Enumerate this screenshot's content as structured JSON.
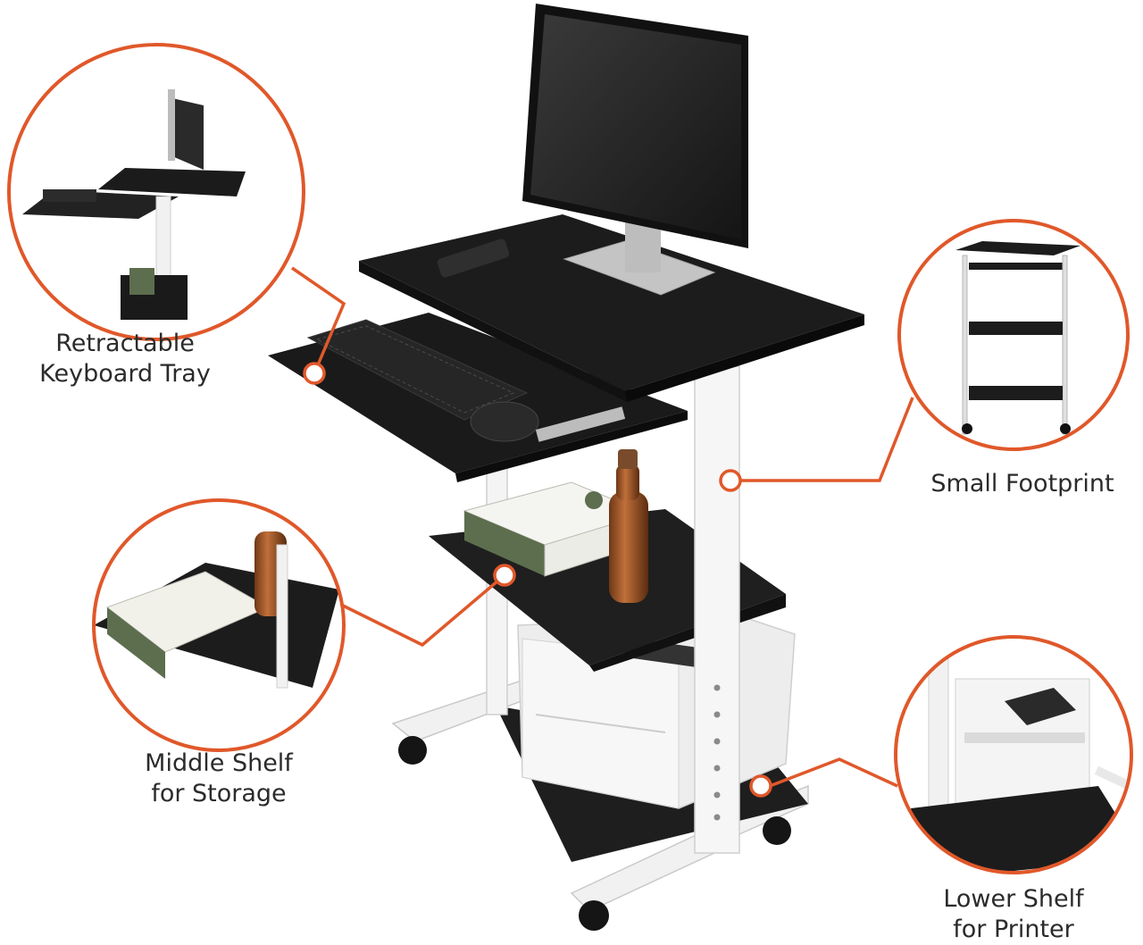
{
  "accent_color": "#e0582a",
  "callouts": {
    "keyboard_tray": {
      "line1": "Retractable",
      "line2": "Keyboard Tray"
    },
    "small_footprint": {
      "line1": "Small Footprint"
    },
    "middle_shelf": {
      "line1": "Middle Shelf",
      "line2": "for Storage"
    },
    "lower_shelf": {
      "line1": "Lower Shelf",
      "line2": "for Printer"
    }
  }
}
